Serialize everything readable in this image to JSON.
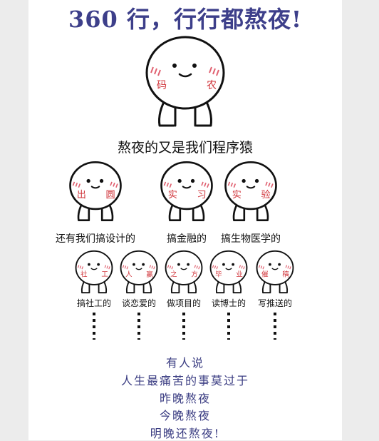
{
  "title": "360 行，行行都熬夜!",
  "main": {
    "cheek_left": "码",
    "cheek_right": "农",
    "caption": "熬夜的又是我们程序猿"
  },
  "row2": [
    {
      "left": "出",
      "right": "圆",
      "caption": "还有我们搞设计的"
    },
    {
      "left": "实",
      "right": "习",
      "caption": "搞金融的"
    },
    {
      "left": "实",
      "right": "验",
      "caption": "搞生物医学的"
    }
  ],
  "row3": [
    {
      "left": "社",
      "right": "工",
      "caption": "搞社工的"
    },
    {
      "left": "人",
      "right": "赢",
      "caption": "谈恋爱的"
    },
    {
      "left": "之",
      "right": "方",
      "caption": "做项目的"
    },
    {
      "left": "毕",
      "right": "业",
      "caption": "读博士的"
    },
    {
      "left": "催",
      "right": "稿",
      "caption": "写推送的"
    }
  ],
  "poem": [
    "有人说",
    "人生最痛苦的事莫过于",
    "昨晚熬夜",
    "今晚熬夜",
    "明晚还熬夜!"
  ],
  "colors": {
    "title": "#3d3f8a",
    "poem": "#3a3c82",
    "cheek": "#d0343a"
  }
}
